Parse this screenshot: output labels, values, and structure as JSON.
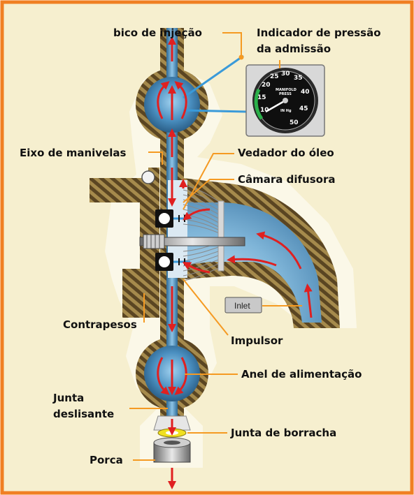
{
  "labels": {
    "injector": "bico de injeção",
    "manifold_gauge": "Indicador de pressão\nda admissão",
    "crankshaft": "Eixo de manivelas",
    "oil_seal": "Vedador do óleo",
    "diffuser": "Câmara difusora",
    "inlet": "Inlet",
    "counterweights": "Contrapesos",
    "impeller": "Impulsor",
    "feed_ring": "Anel de alimentação",
    "slip_joint": "Junta\ndeslisante",
    "rubber_joint": "Junta de borracha",
    "nut": "Porca"
  },
  "gauge": {
    "title": "MANIFOLD\nPRESS",
    "units": "IN Hg",
    "ticks": [
      "10",
      "15",
      "20",
      "25",
      "30",
      "35",
      "40",
      "45",
      "50"
    ]
  },
  "colors": {
    "frame": "#f07f22",
    "background": "#f6efcf",
    "housing": "#7a6233",
    "air": "#3a7aa8",
    "arrow": "#e02020",
    "leader": "#f59a22"
  }
}
